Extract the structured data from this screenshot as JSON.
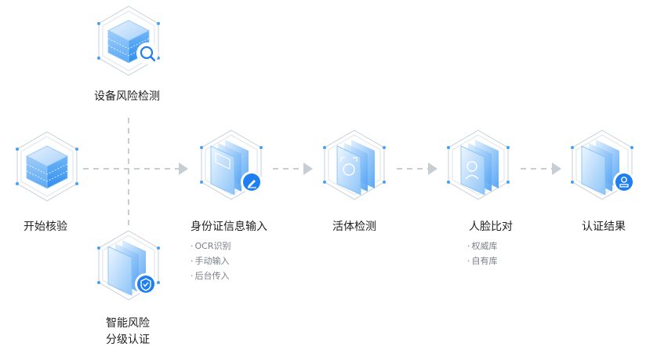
{
  "nodes": {
    "start": {
      "label": "开始核验"
    },
    "device_risk": {
      "label": "设备风险检测"
    },
    "smart_risk": {
      "label_line1": "智能风险",
      "label_line2": "分级认证"
    },
    "identity_input": {
      "label": "身份证信息输入",
      "sub_items": [
        "OCR识别",
        "手动输入",
        "后台传入"
      ]
    },
    "liveness": {
      "label": "活体检测"
    },
    "face_compare": {
      "label": "人脸比对",
      "sub_items": [
        "权威库",
        "自有库"
      ]
    },
    "result": {
      "label": "认证结果"
    }
  },
  "colors": {
    "accent": "#1f7ff0",
    "light_blue": "#cfe6fd",
    "mid_blue": "#7cbdf8",
    "hex_outline": "#c6cfd8",
    "arrow": "#c8cdd3"
  },
  "icons": {
    "device_risk": "magnifier-icon",
    "smart_risk": "shield-check-icon",
    "identity_input": "pen-icon",
    "result": "person-stamp-icon"
  }
}
